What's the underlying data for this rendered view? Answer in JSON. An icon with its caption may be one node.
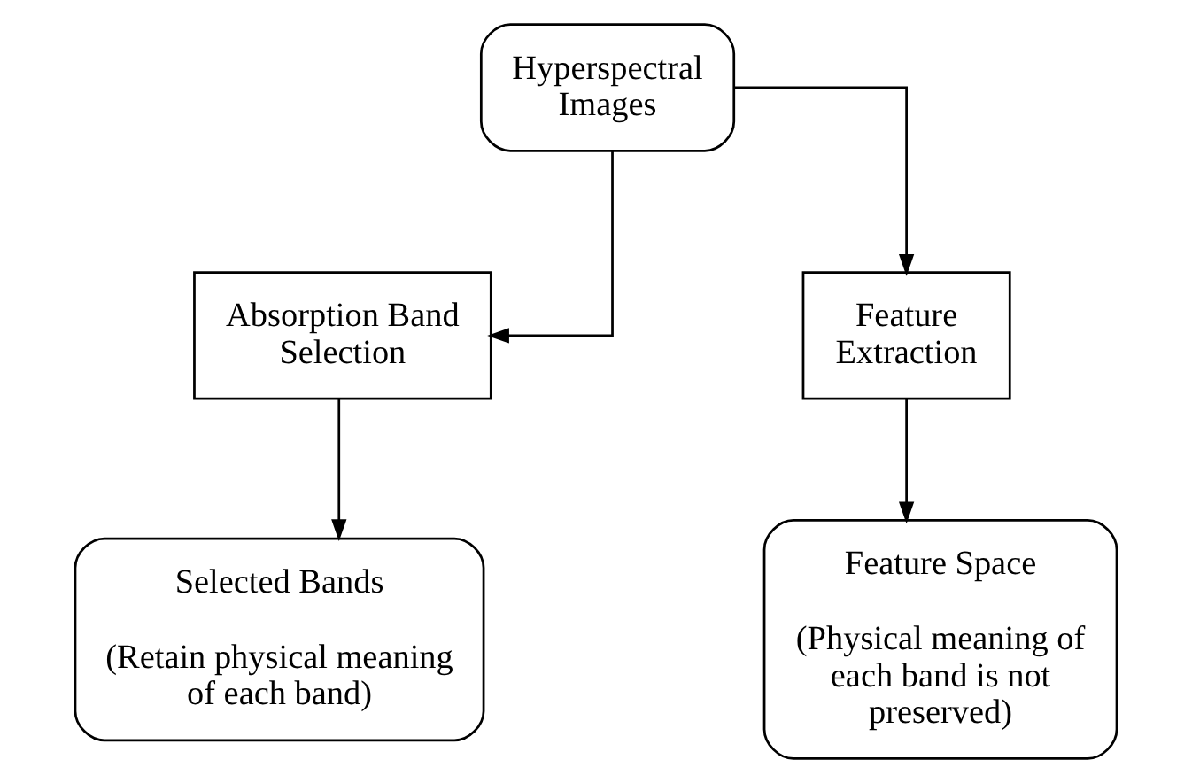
{
  "diagram": {
    "nodes": [
      {
        "text": [
          "Hyperspectral Images"
        ]
      },
      {
        "text": [
          "Absorption Band Selection"
        ]
      },
      {
        "text": [
          "Feature Extraction"
        ]
      },
      {
        "text": [
          "Selected Bands",
          "(Retain physical meaning of each band)"
        ]
      },
      {
        "text": [
          "Feature Space",
          "(Physical meaning of each band is not preserved)"
        ]
      }
    ],
    "edges": [
      {
        "from": 0,
        "to": 1,
        "arrow": "to"
      },
      {
        "from": 0,
        "to": 2,
        "arrow": "to"
      },
      {
        "from": 1,
        "to": 3,
        "arrow": "to"
      },
      {
        "from": 2,
        "to": 4,
        "arrow": "to"
      }
    ]
  }
}
